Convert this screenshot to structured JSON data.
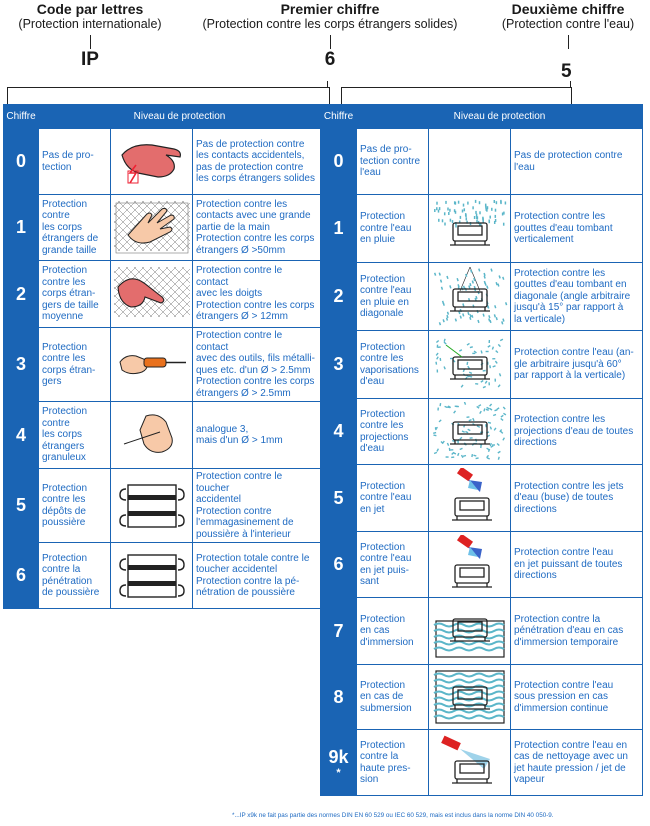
{
  "header": {
    "code": {
      "title": "Code par lettres",
      "sub": "(Protection internationale)",
      "value": "IP"
    },
    "first": {
      "title": "Premier chiffre",
      "sub": "(Protection contre les corps étrangers solides)",
      "value": "6"
    },
    "second": {
      "title": "Deuxième chiffre",
      "sub": "(Protection contre l'eau)",
      "value": "5"
    }
  },
  "solid": {
    "col_digit": "Chiffre",
    "col_level": "Niveau de protection",
    "rows": [
      {
        "digit": "0",
        "short": "Pas de pro-\ntection",
        "desc": "Pas de protection contre\nles contacts accidentels,\npas de protection contre\nles corps étrangers solides",
        "icon": "hand-electric-icon"
      },
      {
        "digit": "1",
        "short": "Protection\ncontre\nles corps\nétrangers de\ngrande taille",
        "desc": "Protection contre les\ncontacts avec une grande\npartie de la main\nProtection contre les corps\nétrangers Ø >50mm",
        "icon": "hand-grid-icon"
      },
      {
        "digit": "2",
        "short": "Protection\ncontre les\ncorps étran-\ngers de taille\nmoyenne",
        "desc": "Protection contre le contact\navec les doigts\nProtection contre les corps\nétrangers Ø > 12mm",
        "icon": "finger-grid-icon"
      },
      {
        "digit": "3",
        "short": "Protection\ncontre les\ncorps étran-\ngers",
        "desc": "Protection contre le contact\navec des outils, fils métalli-\nques etc. d'un Ø > 2.5mm\nProtection contre les corps\nétrangers Ø > 2.5mm",
        "icon": "screwdriver-icon"
      },
      {
        "digit": "4",
        "short": "Protection\ncontre\nles corps\nétrangers\ngranuleux",
        "desc": "analogue 3,\nmais d'un Ø > 1mm",
        "icon": "wire-hand-icon"
      },
      {
        "digit": "5",
        "short": "Protection\ncontre les\ndépôts de\npoussière",
        "desc": "Protection contre le toucher\naccidentel\nProtection contre\nl'emmagasinement de\npoussière à l'interieur",
        "icon": "dust-device-icon"
      },
      {
        "digit": "6",
        "short": "Protection\ncontre la\npénétration\nde poussière",
        "desc": "Protection totale contre le\ntoucher accidentel\nProtection contre la pé-\nnétration de poussière",
        "icon": "dust-device-icon"
      }
    ]
  },
  "water": {
    "col_digit": "Chiffre",
    "col_level": "Niveau de protection",
    "rows": [
      {
        "digit": "0",
        "short": "Pas de pro-\ntection contre\nl'eau",
        "desc": "Pas de protection contre\nl'eau",
        "icon": "none"
      },
      {
        "digit": "1",
        "short": "Protection\ncontre l'eau\nen pluie",
        "desc": "Protection contre les\ngouttes d'eau tombant\nverticalement",
        "icon": "rain-vertical-icon"
      },
      {
        "digit": "2",
        "short": "Protection\ncontre l'eau\nen pluie en\ndiagonale",
        "desc": "Protection contre les\ngouttes d'eau tombant en\ndiagonale (angle arbitraire\njusqu'à 15° par rapport à\nla verticale)",
        "icon": "rain-diagonal-icon"
      },
      {
        "digit": "3",
        "short": "Protection\ncontre les\nvaporisations\nd'eau",
        "desc": "Protection contre l'eau (an-\ngle arbitraire jusqu'à 60°\npar rapport à la verticale)",
        "icon": "spray-icon"
      },
      {
        "digit": "4",
        "short": "Protection\ncontre les\nprojections\nd'eau",
        "desc": "Protection contre les\nprojections d'eau de toutes\ndirections",
        "icon": "splash-icon"
      },
      {
        "digit": "5",
        "short": "Protection\ncontre l'eau\nen jet",
        "desc": "Protection contre les jets\nd'eau (buse) de toutes\ndirections",
        "icon": "nozzle-jet-icon"
      },
      {
        "digit": "6",
        "short": "Protection\ncontre l'eau\nen jet puis-\nsant",
        "desc": "Protection contre l'eau\nen jet puissant de toutes\ndirections",
        "icon": "nozzle-jet-icon"
      },
      {
        "digit": "7",
        "short": "Protection\nen cas\nd'immersion",
        "desc": "Protection contre la\npénétration d'eau en cas\nd'immersion temporaire",
        "icon": "immersion-icon"
      },
      {
        "digit": "8",
        "short": "Protection\nen cas de\nsubmersion",
        "desc": "Protection contre l'eau\nsous pression en cas\nd'immersion continue",
        "icon": "submersion-icon"
      },
      {
        "digit": "9k",
        "asterisk": "*",
        "short": "Protection\ncontre la\nhaute pres-\nsion",
        "desc": "Protection contre l'eau en\ncas de nettoyage avec un\njet haute pression / jet de\nvapeur",
        "icon": "high-pressure-icon"
      }
    ]
  },
  "footnote": "*...IP x9k ne fait pas partie des normes DIN EN 60 529 ou IEC 60 529, mais est inclus dans la norme DIN 40 050-9.",
  "colors": {
    "blue": "#1a64b4",
    "text_blue": "#1e6ac2",
    "water": "#5bb6c9"
  }
}
